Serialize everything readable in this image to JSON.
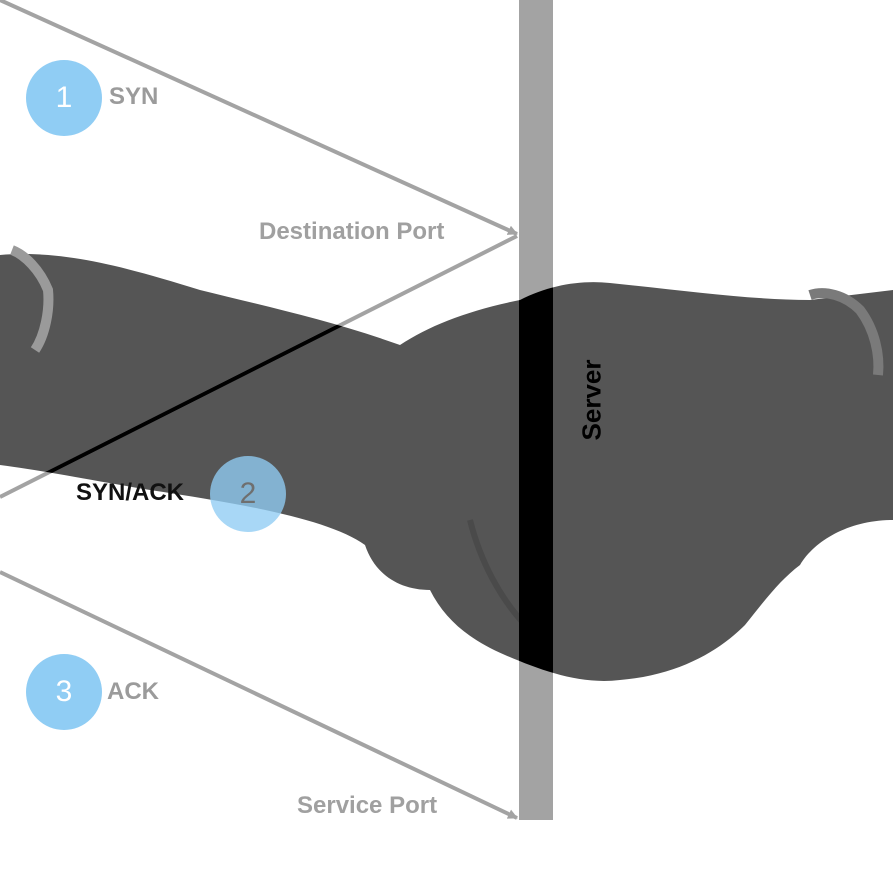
{
  "steps": [
    {
      "number": "1",
      "label": "SYN"
    },
    {
      "number": "2",
      "label": "SYN/ACK"
    },
    {
      "number": "3",
      "label": "ACK"
    }
  ],
  "ports": {
    "destination": "Destination Port",
    "service": "Service Port"
  },
  "server": {
    "label": "Server"
  },
  "colors": {
    "step_circle": "#90cdf4",
    "step_circle_active": "#1f5f8f",
    "arrow": "#a3a3a3",
    "server_bar": "#a3a3a3",
    "silhouette": "#555555"
  },
  "background": {
    "image": "handshake-silhouette"
  }
}
